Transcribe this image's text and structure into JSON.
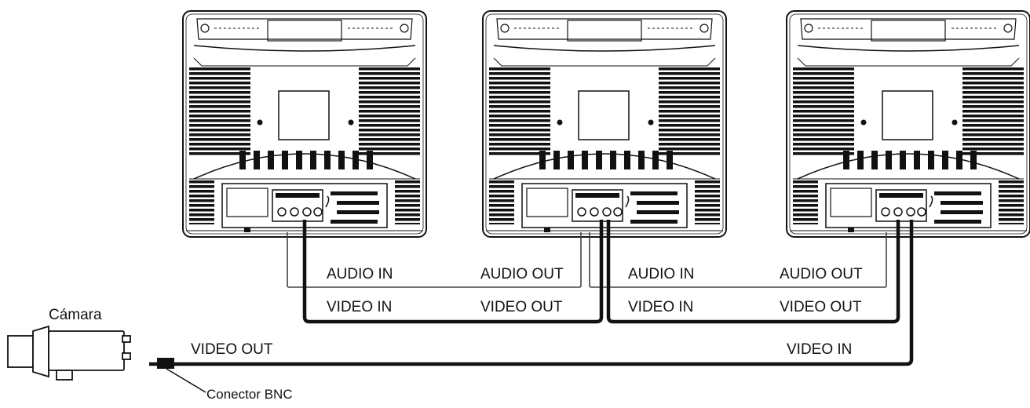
{
  "colors": {
    "ink": "#111111",
    "thin_cable": "#444444",
    "background": "#ffffff"
  },
  "camera": {
    "label": "Cámara"
  },
  "connector": {
    "label": "Conector BNC"
  },
  "links": {
    "monitor1": {
      "audio_in": "AUDIO IN",
      "video_in": "VIDEO IN"
    },
    "monitor2": {
      "audio_out": "AUDIO OUT",
      "video_out": "VIDEO OUT",
      "audio_in": "AUDIO IN",
      "video_in": "VIDEO IN"
    },
    "monitor3": {
      "audio_out": "AUDIO OUT",
      "video_out": "VIDEO OUT",
      "video_in": "VIDEO IN"
    },
    "camera": {
      "video_out": "VIDEO OUT"
    }
  },
  "icons": [
    "monitor-rear-icon",
    "camera-icon",
    "bnc-connector-icon"
  ]
}
